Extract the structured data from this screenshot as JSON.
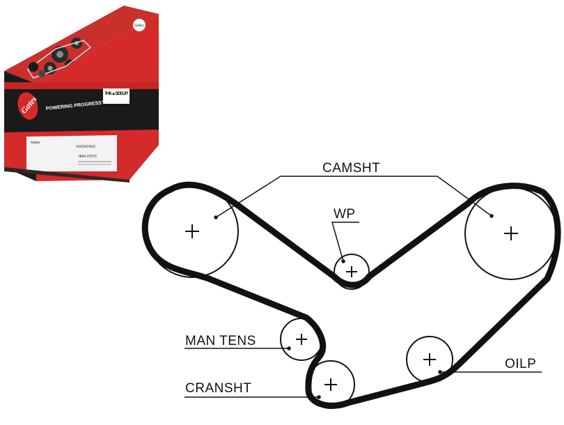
{
  "product_box": {
    "brand": "Gates",
    "tagline": "POWERING PROGRESS™",
    "side_up": "THIS ▲ SIDE UP!",
    "sticker_brand": "Gates",
    "sticker_code": "K015474XS",
    "sticker_sub": "7844-37073",
    "top_brand": "Gates",
    "colors": {
      "red": "#d42a2a",
      "dark_red": "#a01818",
      "black": "#1a1a1a",
      "white": "#ffffff"
    }
  },
  "diagram": {
    "labels": {
      "camshaft": "CAMSHT",
      "water_pump": "WP",
      "manual_tensioner": "MAN TENS",
      "crankshaft": "CRANSHT",
      "oil_pump": "OILP"
    },
    "colors": {
      "belt": "#111111",
      "pulley_outline": "#111111",
      "leader": "#111111"
    }
  }
}
